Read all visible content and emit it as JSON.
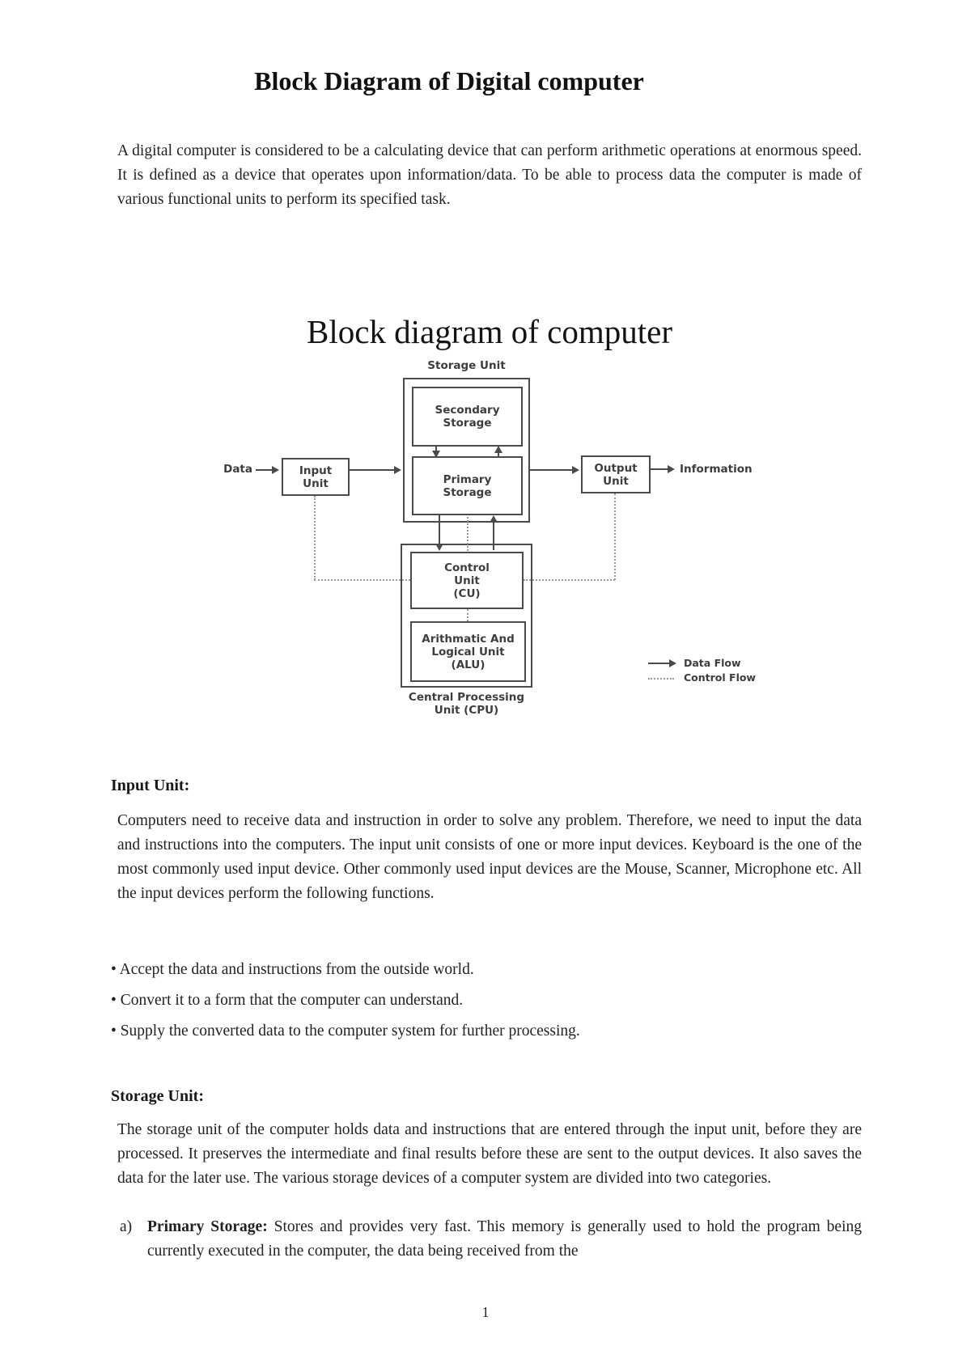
{
  "doc": {
    "title": "Block Diagram of Digital computer",
    "intro": "A digital computer is considered to be a calculating device that can perform arithmetic operations at enormous speed. It is defined as a device that operates upon information/data. To be able to process data the computer is made of various functional units to perform its specified task.",
    "page_number": "1"
  },
  "figure": {
    "title": "Block diagram of computer",
    "storage_unit_label": "Storage Unit",
    "boxes": {
      "input_unit": "Input\nUnit",
      "secondary_storage": "Secondary\nStorage",
      "primary_storage": "Primary\nStorage",
      "output_unit": "Output\nUnit",
      "control_unit": "Control\nUnit\n(CU)",
      "alu": "Arithmatic And\nLogical Unit\n(ALU)"
    },
    "cpu_caption": "Central Processing\nUnit (CPU)",
    "data_label": "Data",
    "information_label": "Information",
    "legend": {
      "data_flow": "Data Flow",
      "control_flow": "Control Flow"
    },
    "colors": {
      "solid_line": "#4a4a4a",
      "dotted_line": "#999999",
      "label": "#3d3d3d"
    }
  },
  "sections": {
    "input_unit": {
      "heading": "Input Unit:",
      "body": "Computers need to receive data and instruction in order to solve any problem. Therefore, we need to input the data and instructions into the computers. The input unit consists of one or more input devices. Keyboard is the one of the most commonly used input device. Other commonly used input devices are the Mouse, Scanner, Microphone etc. All the input devices perform the following functions.",
      "bullets": [
        "• Accept the data and instructions from the outside world.",
        "• Convert it to a form that the computer can understand.",
        "• Supply the converted data to the computer system for further processing."
      ]
    },
    "storage_unit": {
      "heading": "Storage Unit:",
      "body": "The storage unit of the computer holds data and instructions that are entered through the input unit, before they are processed. It preserves the intermediate and final results before these are sent to the output devices. It also saves the data for the later use. The various storage devices of a computer system are divided into two categories.",
      "list": [
        {
          "marker": "a)",
          "lead": "Primary Storage:",
          "text": " Stores and provides very fast. This memory is generally used to hold the program being currently executed in the computer, the data being received from the"
        }
      ]
    }
  }
}
